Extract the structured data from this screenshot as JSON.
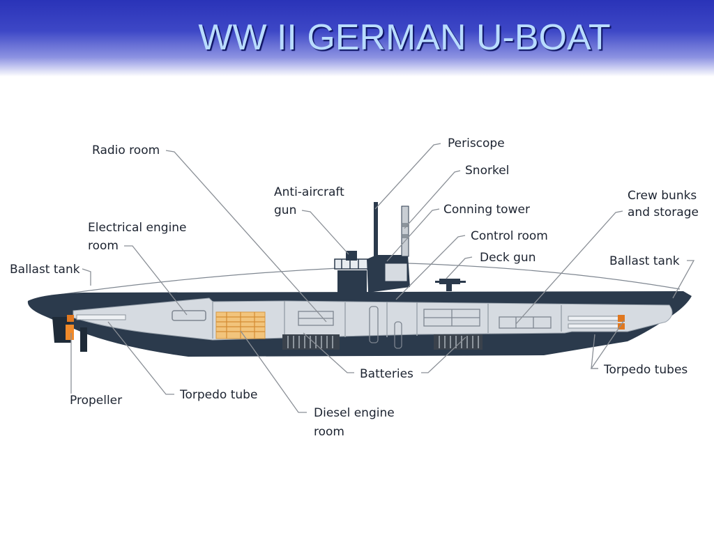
{
  "slide": {
    "title": "WW II GERMAN U-BOAT"
  },
  "labels": {
    "radio_room": "Radio room",
    "periscope": "Periscope",
    "snorkel": "Snorkel",
    "anti_aircraft_1": "Anti-aircraft",
    "anti_aircraft_2": "gun",
    "conning_tower": "Conning tower",
    "electrical_1": "Electrical engine",
    "electrical_2": "room",
    "control_room": "Control room",
    "crew_bunks_1": "Crew bunks",
    "crew_bunks_2": "and storage",
    "deck_gun": "Deck gun",
    "ballast_left": "Ballast tank",
    "ballast_right": "Ballast tank",
    "batteries": "Batteries",
    "torpedo_tubes": "Torpedo tubes",
    "torpedo_tube": "Torpedo tube",
    "propeller": "Propeller",
    "diesel_1": "Diesel engine",
    "diesel_2": "room"
  },
  "colors": {
    "hull": "#2b3a4c",
    "interior": "#d5dae0",
    "engine": "#f0c27a",
    "propeller": "#e07820",
    "leader": "#8a8f96"
  }
}
